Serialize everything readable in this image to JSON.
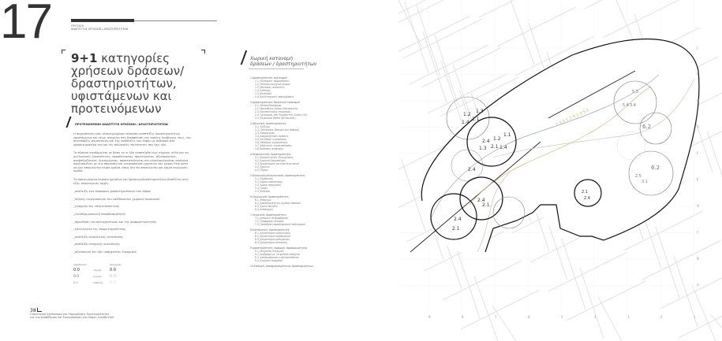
{
  "page": {
    "number": "17",
    "section_line1": "ΠΡΟΤΑΣΗ",
    "section_line2": "ΑΝΑΠΤΥΞΗΣ ΧΡΗΣΕΩΝ / ΔΡΑΣΤΗΡΙΟΤΗΤΩΝ"
  },
  "title": {
    "bold": "9+1",
    "rest": " κατηγορίες χρήσεων δράσεων/δραστηριοτήτων, υφιστάμενων και προτεινόμενων"
  },
  "subheading": "ΠΡΟΤΕΙΝΟΜΕΝΗ ΑΝΑΠΤΥΞΗ ΧΡΗΣΕΩΝ / ΔΡΑΣΤΗΡΙΟΤΗΤΩΝ",
  "paragraphs": [
    "Η συγκρότηση ενός ολοκληρωμένου πλαισίου ανάπτυξης δραστηριοτήτων υφιστάμενων και νέων, στοχεύει στη διασφάλιση της ομαλής διαβίωσης τους, της συνύπαρξης σημαντικών και της ανάδειξης του λόφου με σεβασμό στα χαρακτηριστικά του και τις πολλαπλές ταυτότητες που έχει ήδη.",
    "Το πλαίσιο οικοδομείται με βάση το τι ήδη αναπτύχθεί έως σήμερα, αλλά και τις μελλοντικές δυνατότητες, προσθέτοντας, προτείνοντας, αξιοποιώντας, αναβαθμίζοντας, διατηρώντας, προστατεύοντας και ολοκληρώνοντας ανάλογα σχεδιασμένες με την παρουσία και ενεργοποίηση χρηστών του χώρου έτσι ώστε να μην αποκλείεται καμία ομάδα, όπως δεν θα αποκλείεται και καμία κοινωνική ομάδα.",
    "Το προτεινόμενο πλαίσιο χρήσεων και δράσεων/δραστηριοτήτων βασίζεται στις εξής στρατηγικές αρχές:"
  ],
  "principles": [
    "_ανάδειξη των διαφόρων χαρακτηριστικών του λόφου",
    "_πλήρης ενεργοποίηση του λανθάνοντος χωρικού δυναμικού",
    "_ενίσχυση της υπερτοπικότητας",
    "_ελεύθερη/ανοικτή προσβασιμότητα",
    "_προώθηση του πολυχρηστικού και της διαφορετικότητας",
    "_καλλιέργεια της συμμετοχικότητας",
    "_ανάδειξη οικολογικής συνείδησης",
    "_ανάδειξη ιστορικής συνείδησης",
    "_αξιοποίηση του ήδη υπάρχοντος δυναμικού"
  ],
  "legend": {
    "col1": "υπαρξιακές",
    "col2": "δυναμικές",
    "rows": [
      {
        "a": "0.0",
        "m": "ισχυρή",
        "b": "0.0"
      },
      {
        "a": "0.0",
        "m": "μέτρια",
        "b": "0.0"
      },
      {
        "a": "0.0",
        "m": "ασθενής",
        "b": "0.0"
      }
    ]
  },
  "footer": {
    "page": "38",
    "line1": "Στρατηγικό Σχεδιασμού και Παρεμβάσεις Προτεραιότητας",
    "line2": "για την Αναβάθμιση και Ενεργοποίηση του Λόφου Λυκαβηττού"
  },
  "toc": {
    "title_line1": "Χωρική κατανομή",
    "title_line2": "δράσεων / δραστηριοτήτων",
    "groups": [
      {
        "h": "1.Δραστηριότητες πολιτισμού",
        "items": [
          "1.1_Θεατρικές παραστάσεις",
          "1.2_Θέατρα ανοιχτού χώρου",
          "1.3_Μουσικές συναυλίες",
          "1.4_Εκθέσεις",
          "1.5_Φεστιβάλ",
          "1.6_Καλλιτεχνικές παρεμβάσεις"
        ]
      },
      {
        "h": "2.Δραστηριότητες θεματικού τουρισμού",
        "items": [
          "2.1_Θέαση/Πανόραμα",
          "2.2_Μονοπάτια Χώρου Κατασκευής",
          "2.3_Θρησκευτικός τουρισμός",
          "2.4_Τουρισμός στο Λυκαβηττό (Cable Car)",
          "2.5_Θεματικοί Κήποι (Βοτανικός)"
        ]
      },
      {
        "h": "3.Αθλητικές δραστηριότητες",
        "items": [
          "3.1_Τρέξιμο",
          "3.2_Ποδηλασία (Βουνού και δρόμου)",
          "3.3_Αναρρίχηση",
          "3.4_Αναρριχητικές δράσεις",
          "3.5_Ελεύθερη γυμναστική",
          "3.6_Υπαίθρια γυμναστήρια",
          "3.7_Αθλητικές εγκαταστάσεις",
          "3.8_Βιότοποι αναψυχής"
        ]
      },
      {
        "h": "4.Εκπαιδευτικές δραστηριότητες",
        "items": [
          "4.1_Εκπαιδευτικές Περιηγήσεις",
          "4.2_Ανοιχτά Εργαστήρια",
          "4.3_Εργαστήρια για ευρύτερο κοινό",
          "4.4_Σχολείο",
          "4.5_Πάρκο"
        ]
      },
      {
        "h": "5.Κοινωνικές/οικογενειακές δραστηριότητες",
        "items": [
          "5.1_Περίπατος",
          "5.2_Χώροι καθιστικών",
          "5.3_Χώροι παιχνιδιού",
          "5.4_Πικνίκ",
          "5.5_Εστίαση"
        ]
      },
      {
        "h": "6.Οικολογικές δραστηριότητες",
        "items": [
          "6.1_Υπάρχων",
          "6.2_Δραστηριότητες αμέσου δασικού",
          "6.3_Σχολή Φυλάξη",
          "6.4_Κηπουρική"
        ]
      },
      {
        "h": "7.Θεματικές δραστηριότητες",
        "items": [
          "7.1_Ιστορική πληροφόρηση",
          "7.2_Προφορική Ιστορία",
          "7.3_Πρόσβαση παραδοσιακού πολιτισμού"
        ]
      },
      {
        "h": "8.Καταδυτικές δραστηριότητες",
        "items": [
          "8.1_Εργαστήρια ενεργειακής",
          "8.2_Εργαστήρια διδασκαλίας",
          "8.3_Εργαστήρια μαθημάτων",
          "8.4_Εργαστήρια ιστορικής"
        ]
      },
      {
        "h": "9.Δραστηριότητες υποδομής προσωρινότητας",
        "items": [
          "9.1_Μηχανική Ενίσχυση",
          "9.2_Διαδρομή με τα φυσικά στοιχεία",
          "9.3_Χρησιμοποίηση εγκαταστάσεων",
          "9.4_Σειριακή παρμάδα"
        ]
      },
      {
        "h": "10.Επιλογές Απασχολησιμότητας Δραστηριοτήτων",
        "items": []
      }
    ]
  },
  "map": {
    "rows": [
      "J",
      "I",
      "H",
      "G",
      "F",
      "E",
      "D",
      "C",
      "B",
      "A"
    ],
    "cols": [
      "9",
      "8",
      "7",
      "6",
      "5",
      "4",
      "3",
      "2",
      "1"
    ],
    "labels": [
      "1.2",
      "1.3",
      "1.4",
      "1.1",
      "1.1",
      "1.2",
      "2.4",
      "2.1",
      "1.3",
      "1.4",
      "2.4",
      "2.4",
      "2.1",
      "2.4",
      "2.1",
      "2.1",
      "2.4",
      "6.2",
      "6.2",
      "2.5",
      "3.1",
      "5.4",
      "3.4",
      "5.3",
      "2.3 2.1 2.4 1.3 5.1"
    ]
  }
}
